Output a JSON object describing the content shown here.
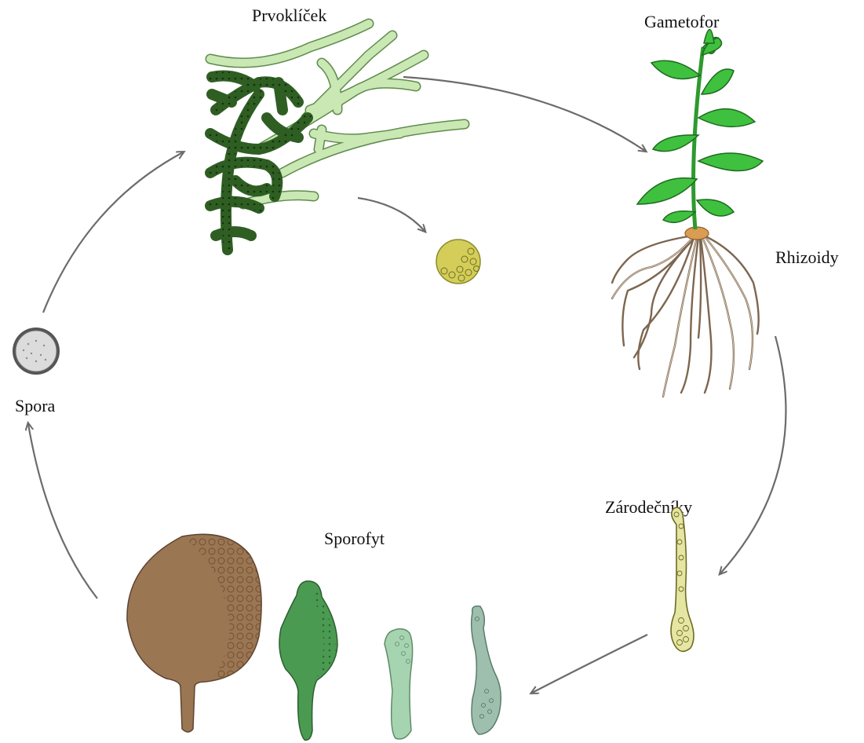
{
  "labels": {
    "protonema": "Prvoklíček",
    "gametophore": "Gametofor",
    "rhizoids": "Rhizoidy",
    "gametangia": "Zárodečníky",
    "sporophyte": "Sporofyt",
    "spore": "Spora"
  },
  "colors": {
    "arrow": "#6b6b6b",
    "protonema_dark": "#2f5e23",
    "protonema_light": "#c9e8b4",
    "gametophore_green": "#3fc13f",
    "rhizoid_brown": "#9c8266",
    "bud_yellow": "#d4cd5a",
    "sporophyte_brown": "#9b7653",
    "sporophyte_green": "#4b9a52",
    "sporophyte_pale": "#a7d4b0",
    "sporophyte_grey": "#9fbfae",
    "spore_grey": "#dcdcdc"
  }
}
